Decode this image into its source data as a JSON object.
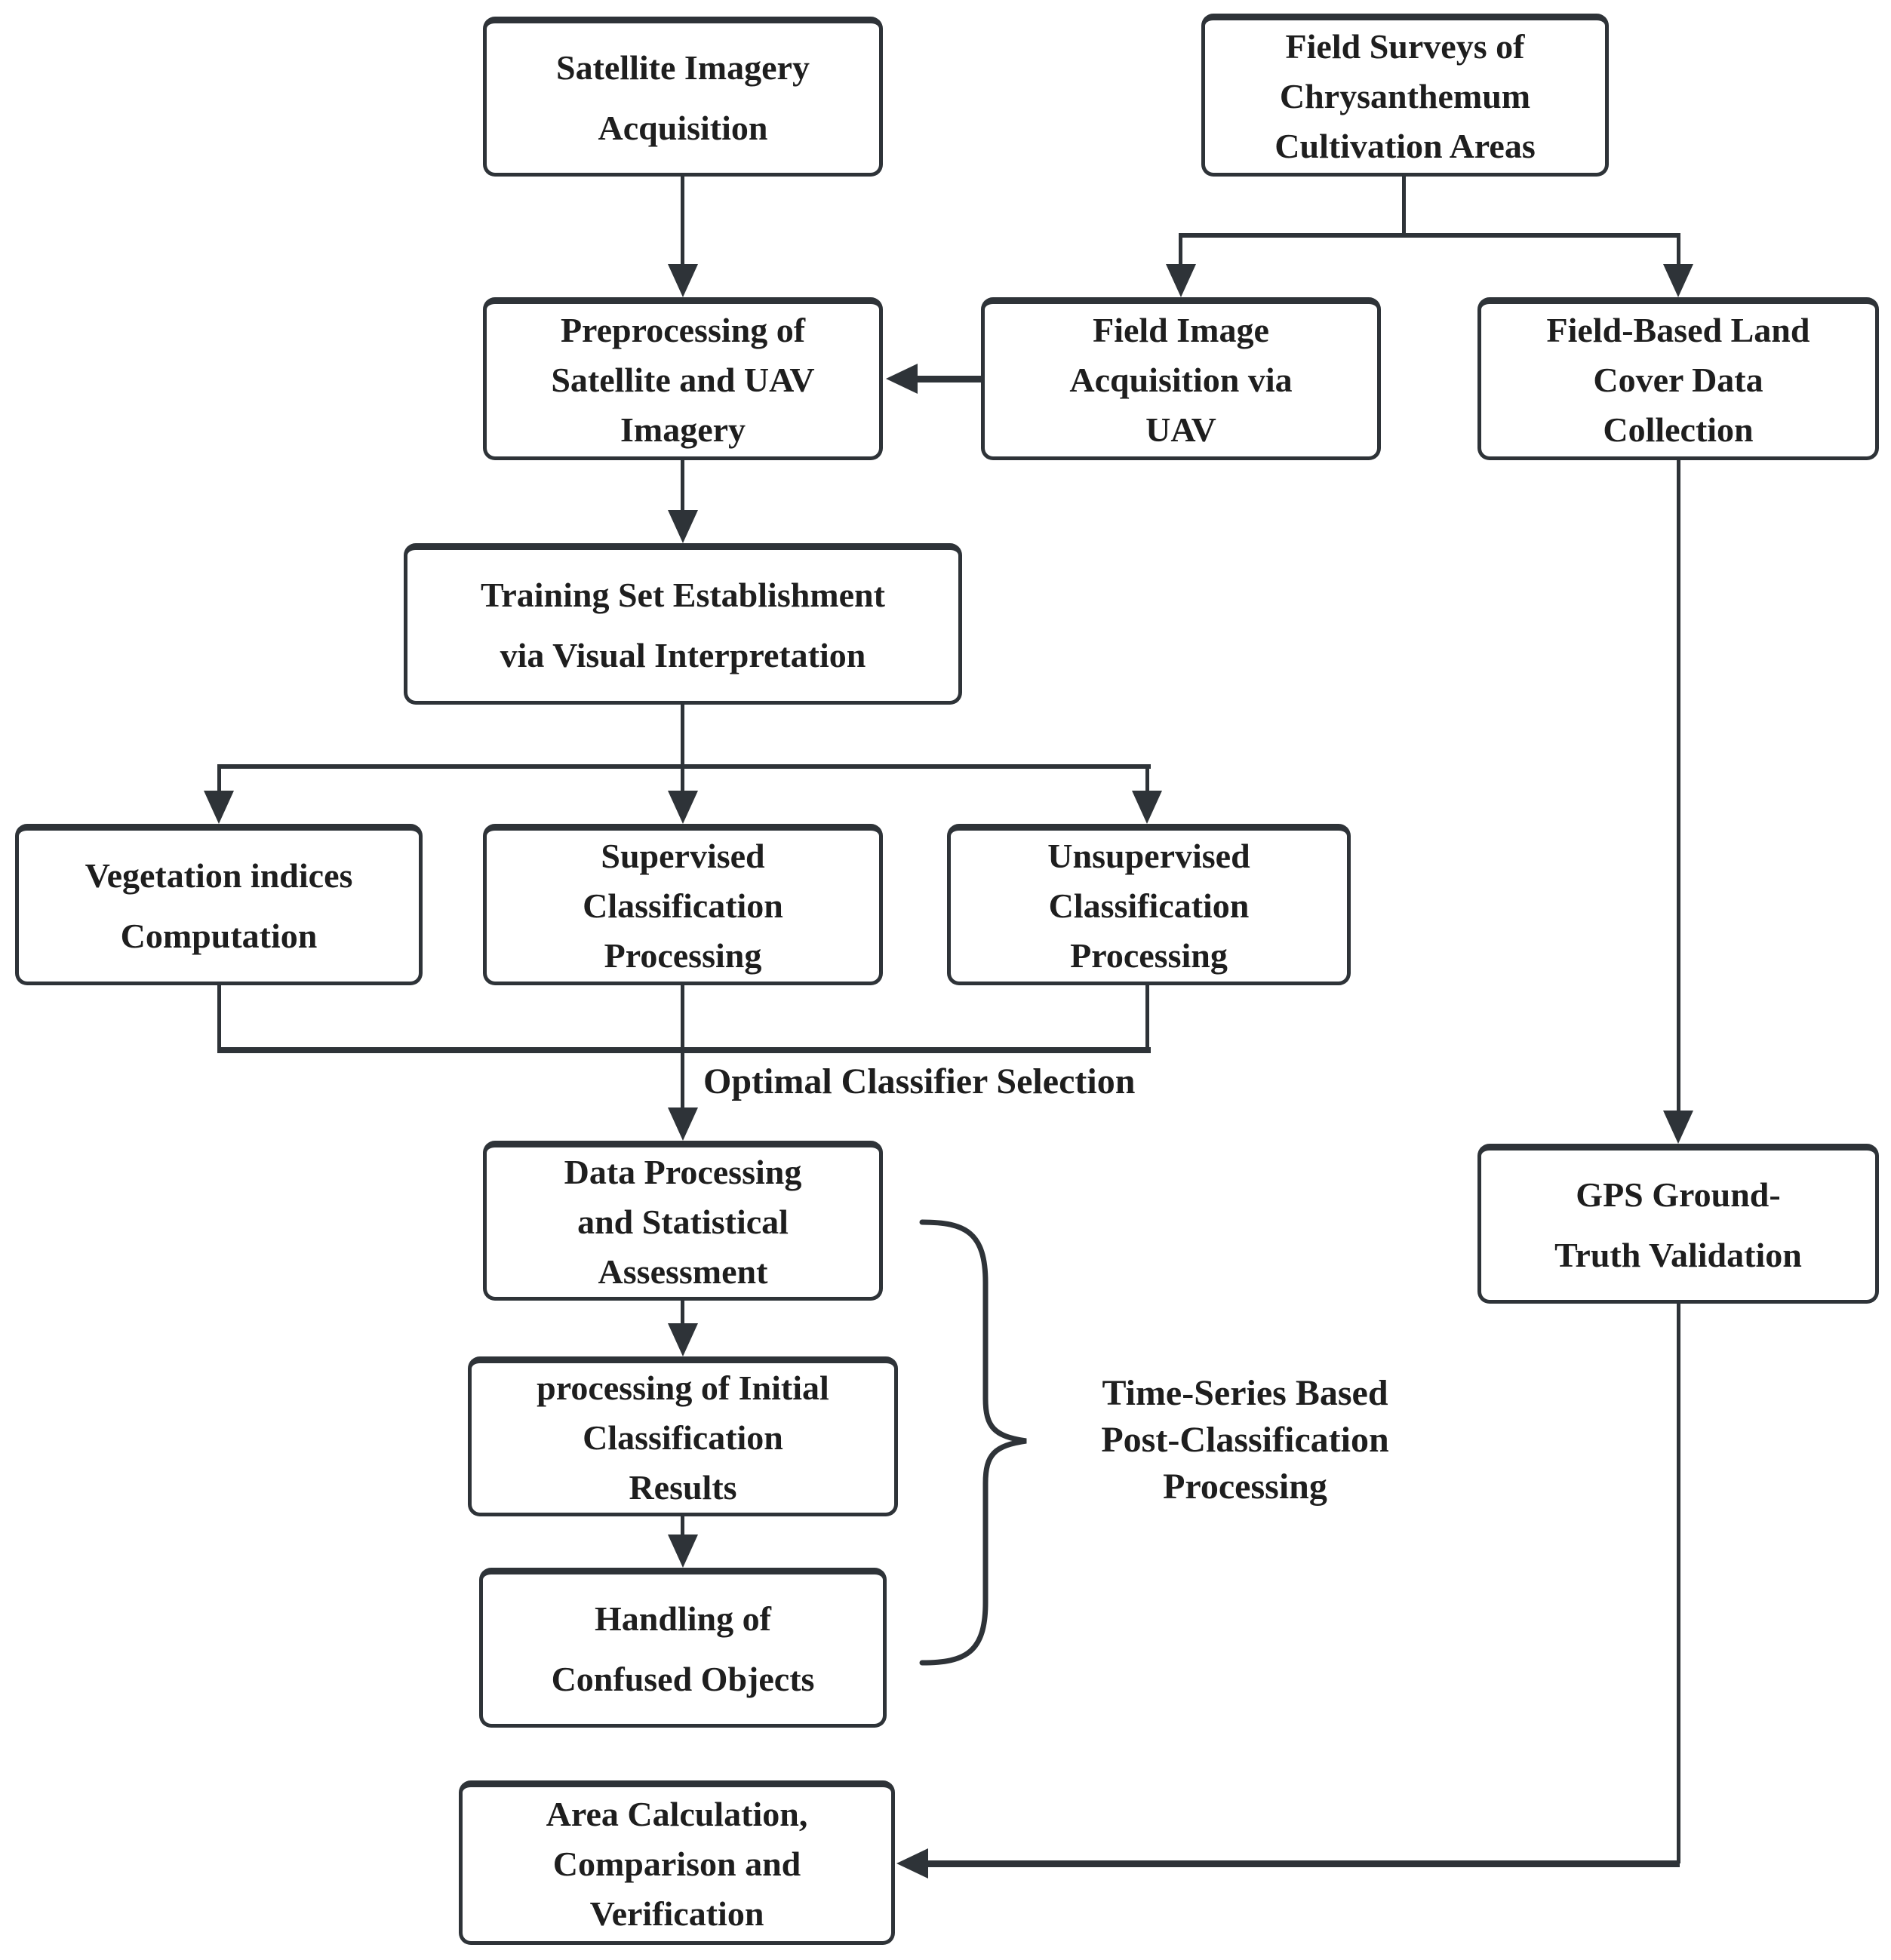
{
  "diagram": {
    "boxes": {
      "satellite": {
        "lines": [
          "Satellite Imagery",
          "Acquisition"
        ]
      },
      "field_surveys": {
        "lines": [
          "Field Surveys of",
          "Chrysanthemum",
          "Cultivation Areas"
        ]
      },
      "preprocessing": {
        "lines": [
          "Preprocessing of",
          "Satellite and UAV",
          "Imagery"
        ]
      },
      "field_image": {
        "lines": [
          "Field Image",
          "Acquisition via",
          "UAV"
        ]
      },
      "field_based": {
        "lines": [
          "Field-Based Land",
          "Cover Data",
          "Collection"
        ]
      },
      "training": {
        "lines": [
          "Training Set Establishment",
          "via Visual Interpretation"
        ]
      },
      "vegetation": {
        "lines": [
          "Vegetation indices",
          "Computation"
        ]
      },
      "supervised": {
        "lines": [
          "Supervised",
          "Classification",
          "Processing"
        ]
      },
      "unsupervised": {
        "lines": [
          "Unsupervised",
          "Classification",
          "Processing"
        ]
      },
      "data_processing": {
        "lines": [
          "Data Processing",
          "and Statistical",
          "Assessment"
        ]
      },
      "initial_results": {
        "lines": [
          "processing of Initial",
          "Classification",
          "Results"
        ]
      },
      "confused_objects": {
        "lines": [
          "Handling of",
          "Confused Objects"
        ]
      },
      "gps": {
        "lines": [
          "GPS Ground-",
          "Truth Validation"
        ]
      },
      "area_calc": {
        "lines": [
          "Area Calculation,",
          "Comparison and",
          "Verification"
        ]
      }
    },
    "labels": {
      "optimal": "Optimal Classifier Selection",
      "timeseries": [
        "Time-Series Based",
        "Post-Classification",
        "Processing"
      ]
    },
    "colors": {
      "line": "#2e3338",
      "text": "#1e1e1e",
      "box_bg": "#ffffff",
      "page_bg": "#ffffff"
    }
  }
}
